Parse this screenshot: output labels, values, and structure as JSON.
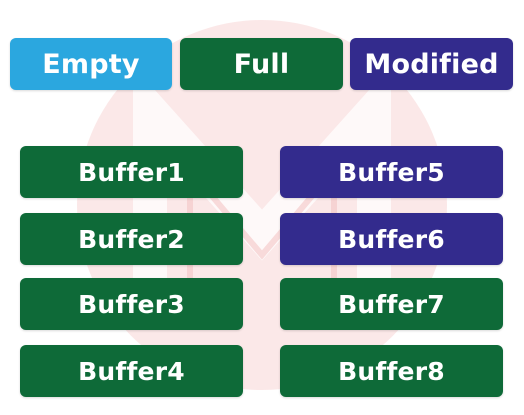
{
  "colors": {
    "empty": "#2ba7df",
    "full": "#0e6a38",
    "modified": "#332b8d",
    "watermark": "#f7d6d6"
  },
  "legend": {
    "empty": "Empty",
    "full": "Full",
    "modified": "Modified"
  },
  "buffers": {
    "left": [
      {
        "label": "Buffer1",
        "state": "full"
      },
      {
        "label": "Buffer2",
        "state": "full"
      },
      {
        "label": "Buffer3",
        "state": "full"
      },
      {
        "label": "Buffer4",
        "state": "full"
      }
    ],
    "right": [
      {
        "label": "Buffer5",
        "state": "modified"
      },
      {
        "label": "Buffer6",
        "state": "modified"
      },
      {
        "label": "Buffer7",
        "state": "full"
      },
      {
        "label": "Buffer8",
        "state": "full"
      }
    ]
  }
}
